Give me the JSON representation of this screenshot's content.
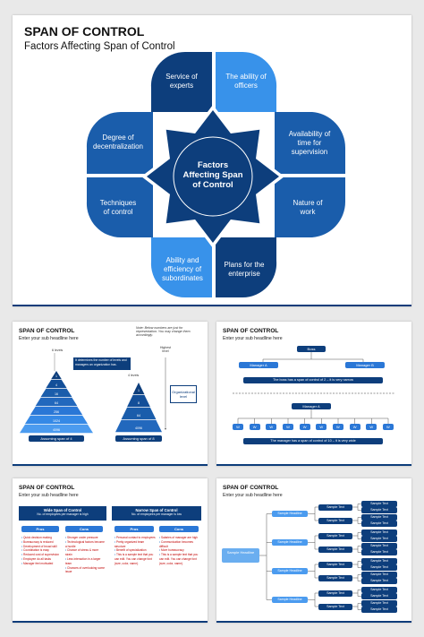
{
  "main": {
    "title": "SPAN OF CONTROL",
    "subtitle": "Factors Affecting Span of Control",
    "center": "Factors Affecting Span of Control",
    "petals": [
      "Service of experts",
      "The ability of officers",
      "Availability of time for supervision",
      "Nature of work",
      "Plans for the enterprise",
      "Ability and efficiency of subordinates",
      "Techniques of control",
      "Degree of decentralization"
    ]
  },
  "slide2": {
    "title": "SPAN OF CONTROL",
    "subtitle": "Enter your sub headline here",
    "note": "Note: Below numbers are just for representation. You may change them accordingly.",
    "highest_level": "Highest level",
    "callout": "It determines the number of levels and managers an organization has.",
    "levels_a": "6 levels",
    "levels_b": "4 levels",
    "pyramid_a": [
      "1",
      "4",
      "16",
      "64",
      "256",
      "1024",
      "4096"
    ],
    "pyramid_b": [
      "1",
      "8",
      "64",
      "4096"
    ],
    "org_level": "Organizational level",
    "label_a": "Assuming span of 4",
    "label_b": "Assuming span of 8"
  },
  "slide3": {
    "title": "SPAN OF CONTROL",
    "subtitle": "Enter your sub headline here",
    "boss": "Boss",
    "manager_a": "Manager A",
    "manager_b": "Manager B",
    "banner1": "The boss has a span of control of 2 – it is very narrow",
    "manager_a2": "Manager A",
    "workers": [
      "W",
      "W",
      "W",
      "W",
      "W",
      "W",
      "W",
      "W",
      "W",
      "W"
    ],
    "banner2": "The manager has a span of control of 10 – it is very wide"
  },
  "slide4": {
    "title": "SPAN OF CONTROL",
    "subtitle": "Enter your sub headline here",
    "wide_title": "Wide Span of Control",
    "wide_sub": "No. of employees per manager is high",
    "narrow_title": "Narrow Span of Control",
    "narrow_sub": "No. of employees per manager is low",
    "pros": "Pros",
    "cons": "Cons",
    "wide_pros": [
      "Quick decision making",
      "Bureaucracy is reduced",
      "Development of broad skill",
      "Coordination is easy",
      "Reduced cost of supervision",
      "Employee do all tasks",
      "Manager feel motivated"
    ],
    "wide_cons": [
      "Stronger under pressure",
      "Technological factors become a hurdle",
      "Chance of stress & more strain",
      "Less interaction in a larger team",
      "Chances of overlooking some issue"
    ],
    "narrow_pros": [
      "Personal contact to employees",
      "Pretty organized team structure",
      "Benefit of specialization",
      "This is a sample text that you can edit. You can change font (size, color, name)."
    ],
    "narrow_cons": [
      "Salaries of manager are high",
      "Communication becomes difficult",
      "More bureaucracy",
      "This is a sample text that you can edit. You can change font (size, color, name)."
    ]
  },
  "slide5": {
    "title": "SPAN OF CONTROL",
    "subtitle": "Enter your sub headline here",
    "root": "Sample Headline",
    "headlines": [
      "Sample Headline",
      "Sample Headline",
      "Sample Headline",
      "Sample Headline"
    ],
    "mid": "Sample Text",
    "leaf": "Sample Text"
  }
}
